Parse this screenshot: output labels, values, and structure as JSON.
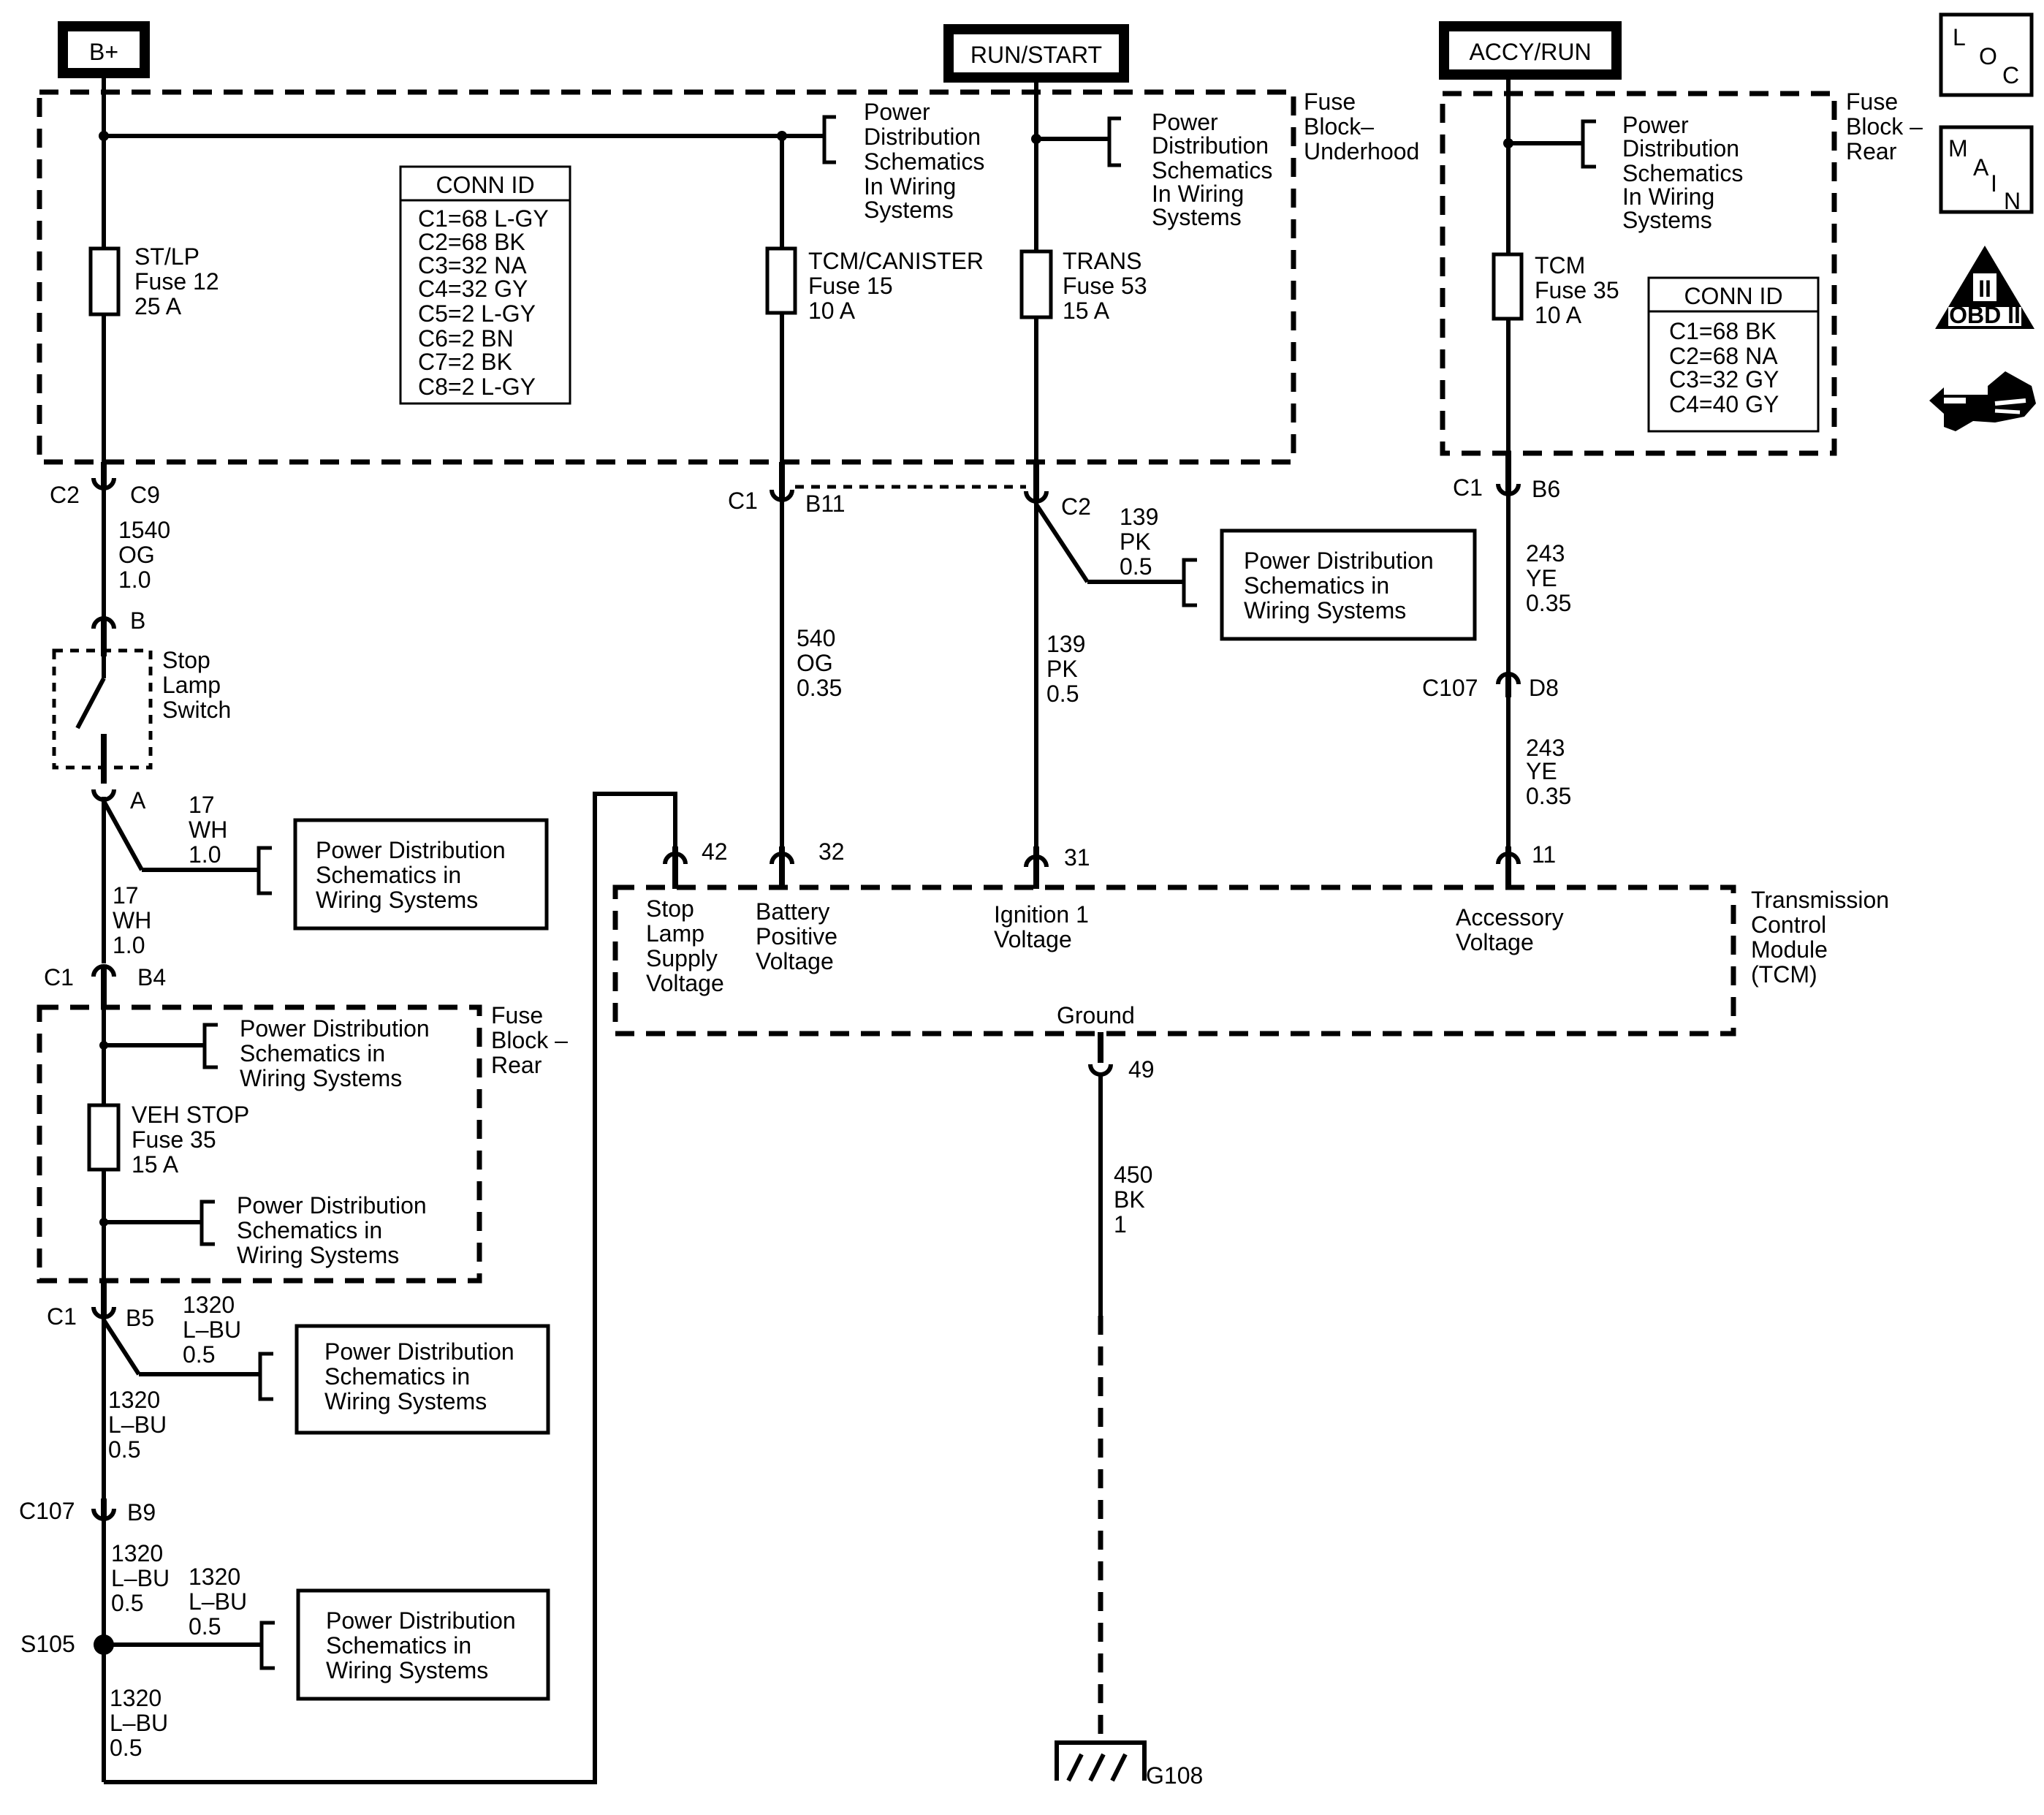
{
  "power_sources": {
    "bplus": "B+",
    "run_start": "RUN/START",
    "accy_run": "ACCY/RUN"
  },
  "nav_icons": {
    "loc": [
      "L",
      "O",
      "C"
    ],
    "main": [
      "M",
      "A",
      "I",
      "N"
    ],
    "obd_numeral": "II",
    "obd_label": "OBD II"
  },
  "fuse_block_underhood": {
    "label": [
      "Fuse",
      "Block–",
      "Underhood"
    ],
    "conn_id": {
      "title": "CONN ID",
      "rows": [
        "C1=68 L-GY",
        "C2=68 BK",
        "C3=32 NA",
        "C4=32 GY",
        "C5=2 L-GY",
        "C6=2 BN",
        "C7=2 BK",
        "C8=2 L-GY"
      ]
    },
    "fuse_stlp": [
      "ST/LP",
      "Fuse 12",
      "25 A"
    ],
    "fuse_tcm_canister": [
      "TCM/CANISTER",
      "Fuse 15",
      "10 A"
    ],
    "fuse_trans": [
      "TRANS",
      "Fuse 53",
      "15 A"
    ],
    "pd1": [
      "Power",
      "Distribution",
      "Schematics",
      "In Wiring",
      "Systems"
    ],
    "pd2": [
      "Power",
      "Distribution",
      "Schematics",
      "In Wiring",
      "Systems"
    ]
  },
  "fuse_block_rear_top": {
    "label": [
      "Fuse",
      "Block –",
      "Rear"
    ],
    "conn_id": {
      "title": "CONN ID",
      "rows": [
        "C1=68 BK",
        "C2=68 NA",
        "C3=32 GY",
        "C4=40 GY"
      ]
    },
    "fuse_tcm": [
      "TCM",
      "Fuse 35",
      "10 A"
    ],
    "pd": [
      "Power",
      "Distribution",
      "Schematics",
      "In Wiring",
      "Systems"
    ]
  },
  "fuse_block_rear_left": {
    "label": [
      "Fuse",
      "Block –",
      "Rear"
    ],
    "fuse_veh_stop": [
      "VEH STOP",
      "Fuse 35",
      "15 A"
    ],
    "pd_top": [
      "Power Distribution",
      "Schematics in",
      "Wiring Systems"
    ],
    "pd_bottom": [
      "Power Distribution",
      "Schematics in",
      "Wiring Systems"
    ]
  },
  "power_distribution_box": [
    "Power Distribution",
    "Schematics in",
    "Wiring Systems"
  ],
  "connectors": {
    "c2": "C2",
    "c9": "C9",
    "b": "B",
    "a": "A",
    "c1_b4_c": "C1",
    "c1_b4_p": "B4",
    "c1_b5_c": "C1",
    "c1_b5_p": "B5",
    "c107_b9_c": "C107",
    "c107_b9_p": "B9",
    "s105": "S105",
    "c1_b11_c": "C1",
    "c1_b11_p": "B11",
    "c2_trans": "C2",
    "c1_b6_c": "C1",
    "c1_b6_p": "B6",
    "c107_d8_c": "C107",
    "c107_d8_p": "D8"
  },
  "wires": {
    "w1540": [
      "1540",
      "OG",
      "1.0"
    ],
    "w17a": [
      "17",
      "WH",
      "1.0"
    ],
    "w17b": [
      "17",
      "WH",
      "1.0"
    ],
    "w1320a": [
      "1320",
      "L–BU",
      "0.5"
    ],
    "w1320b": [
      "1320",
      "L–BU",
      "0.5"
    ],
    "w1320c": [
      "1320",
      "L–BU",
      "0.5"
    ],
    "w1320d": [
      "1320",
      "L–BU",
      "0.5"
    ],
    "w1320e": [
      "1320",
      "L–BU",
      "0.5"
    ],
    "w540": [
      "540",
      "OG",
      "0.35"
    ],
    "w139a": [
      "139",
      "PK",
      "0.5"
    ],
    "w139b": [
      "139",
      "PK",
      "0.5"
    ],
    "w243a": [
      "243",
      "YE",
      "0.35"
    ],
    "w243b": [
      "243",
      "YE",
      "0.35"
    ],
    "w450": [
      "450",
      "BK",
      "1"
    ]
  },
  "stop_lamp_switch": [
    "Stop",
    "Lamp",
    "Switch"
  ],
  "tcm": {
    "label": [
      "Transmission",
      "Control",
      "Module",
      "(TCM)"
    ],
    "pins": {
      "p42": "42",
      "p32": "32",
      "p31": "31",
      "p11": "11",
      "p49": "49"
    },
    "inputs": {
      "stop": [
        "Stop",
        "Lamp",
        "Supply",
        "Voltage"
      ],
      "battery": [
        "Battery",
        "Positive",
        "Voltage"
      ],
      "ignition": [
        "Ignition 1",
        "Voltage"
      ],
      "accessory": [
        "Accessory",
        "Voltage"
      ]
    },
    "ground_label": "Ground"
  },
  "ground": "G108"
}
